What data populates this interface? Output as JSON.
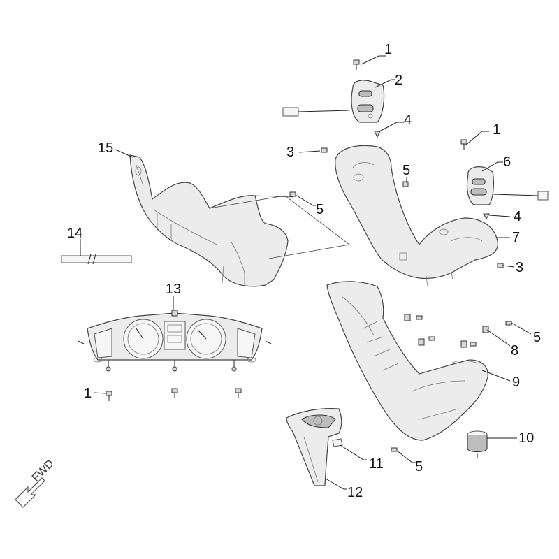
{
  "callouts": {
    "c1_top": "1",
    "c2": "2",
    "c4_top": "4",
    "c1_right": "1",
    "c6": "6",
    "c3_left": "3",
    "c5_center": "5",
    "c15": "15",
    "c5_left": "5",
    "c4_right": "4",
    "c7": "7",
    "c3_right": "3",
    "c14": "14",
    "c13": "13",
    "c5_right": "5",
    "c8": "8",
    "c9": "9",
    "c1_bottom": "1",
    "c10": "10",
    "c11": "11",
    "c5_bottom": "5",
    "c12": "12"
  },
  "direction_label": "FWD"
}
